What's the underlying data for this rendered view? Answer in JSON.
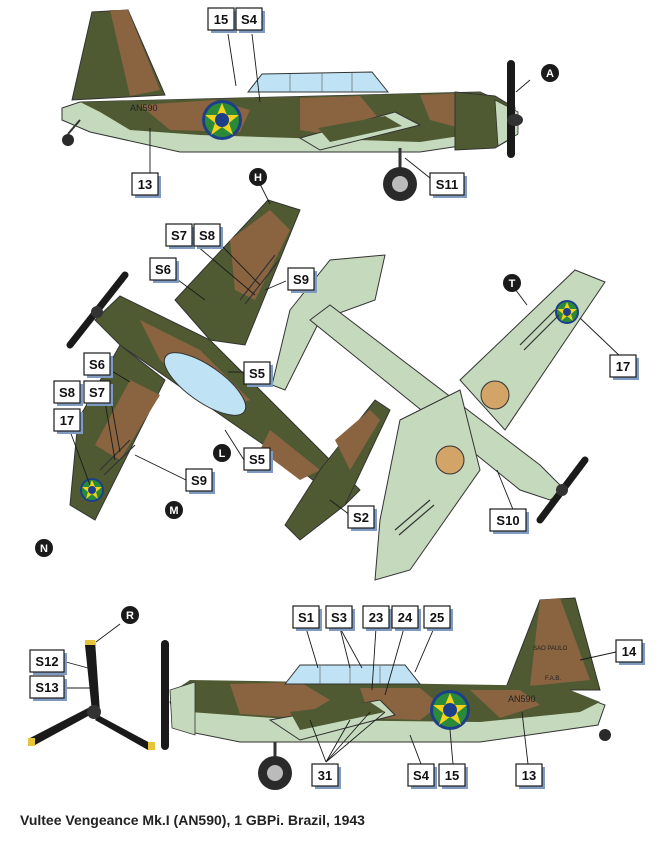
{
  "caption": "Vultee Vengeance Mk.I (AN590), 1 GBPi. Brazil, 1943",
  "serial": "AN590",
  "fin_text": [
    "SAO PAULO",
    "F.A.B."
  ],
  "colors": {
    "dark_green": "#4f5a33",
    "dark_earth": "#8a6440",
    "sky_underside": "#c5d9bd",
    "canopy": "#bfe3f4",
    "roundel_blue": "#1d3f8a",
    "roundel_green": "#2a8a3a",
    "roundel_yellow": "#f2d21a",
    "label_shadow": "#7f9bc2"
  },
  "callouts": {
    "top_15": "15",
    "top_s4": "S4",
    "top_13": "13",
    "top_s11": "S11",
    "plan_s7": "S7",
    "plan_s8": "S8",
    "plan_s6": "S6",
    "plan_s9": "S9",
    "plan_s5a": "S5",
    "plan_s6b": "S6",
    "plan_s8b": "S8",
    "plan_s7b": "S7",
    "plan_17": "17",
    "plan_s5b": "S5",
    "plan_s9b": "S9",
    "plan_s2": "S2",
    "under_17": "17",
    "under_s10": "S10",
    "prop_s12": "S12",
    "prop_s13": "S13",
    "bot_s1": "S1",
    "bot_s3": "S3",
    "bot_23": "23",
    "bot_24": "24",
    "bot_25": "25",
    "bot_14": "14",
    "bot_31": "31",
    "bot_s4": "S4",
    "bot_15": "15",
    "bot_13": "13"
  },
  "markers": {
    "a": "A",
    "h": "H",
    "t": "T",
    "l": "L",
    "m": "M",
    "n": "N",
    "r": "R"
  }
}
